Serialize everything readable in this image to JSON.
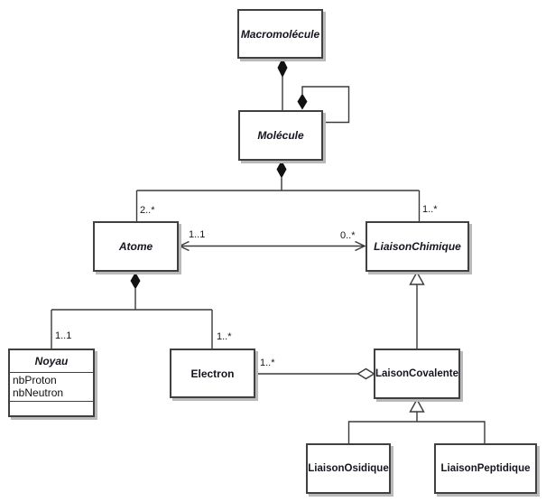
{
  "diagram": {
    "kind": "uml-class-diagram",
    "colors": {
      "box_fill": "#ffffff",
      "stroke": "#3a3a3a",
      "shadow": "#b9b9b9",
      "text": "#15151f"
    },
    "classes": [
      {
        "name": "Macromolécule",
        "abstract": true,
        "attributes": []
      },
      {
        "name": "Molécule",
        "abstract": true,
        "attributes": []
      },
      {
        "name": "Atome",
        "abstract": true,
        "attributes": []
      },
      {
        "name": "LiaisonChimique",
        "abstract": true,
        "attributes": []
      },
      {
        "name": "Noyau",
        "abstract": true,
        "attributes": [
          "nbProton",
          "nbNeutron"
        ]
      },
      {
        "name": "Electron",
        "abstract": false,
        "attributes": []
      },
      {
        "name": "LaisonCovalente",
        "abstract": false,
        "attributes": []
      },
      {
        "name": "LiaisonOsidique",
        "abstract": false,
        "attributes": []
      },
      {
        "name": "LiaisonPeptidique",
        "abstract": false,
        "attributes": []
      }
    ],
    "multiplicities": {
      "molecule_to_atome": "2..*",
      "molecule_to_liaison": "1..*",
      "assoc_atome_end": "1..1",
      "assoc_liaison_end": "0..*",
      "atome_to_noyau": "1..1",
      "atome_to_electron": "1..*",
      "electron_to_covalente": "1..*"
    },
    "relationships": [
      {
        "from": "Macromolécule",
        "to": "Molécule",
        "type": "composition"
      },
      {
        "from": "Molécule",
        "to": "Molécule",
        "type": "composition-self"
      },
      {
        "from": "Molécule",
        "to": "Atome",
        "type": "composition",
        "target_multiplicity": "2..*"
      },
      {
        "from": "Molécule",
        "to": "LiaisonChimique",
        "type": "composition",
        "target_multiplicity": "1..*"
      },
      {
        "from": "Atome",
        "to": "LiaisonChimique",
        "type": "association-bidirectional",
        "atome_multiplicity": "1..1",
        "liaison_multiplicity": "0..*"
      },
      {
        "from": "Atome",
        "to": "Noyau",
        "type": "composition",
        "target_multiplicity": "1..1"
      },
      {
        "from": "Atome",
        "to": "Electron",
        "type": "composition",
        "target_multiplicity": "1..*"
      },
      {
        "from": "Electron",
        "to": "LaisonCovalente",
        "type": "aggregation",
        "electron_multiplicity": "1..*"
      },
      {
        "from": "LaisonCovalente",
        "to": "LiaisonChimique",
        "type": "generalization"
      },
      {
        "from": "LiaisonOsidique",
        "to": "LaisonCovalente",
        "type": "generalization"
      },
      {
        "from": "LiaisonPeptidique",
        "to": "LaisonCovalente",
        "type": "generalization"
      }
    ]
  }
}
